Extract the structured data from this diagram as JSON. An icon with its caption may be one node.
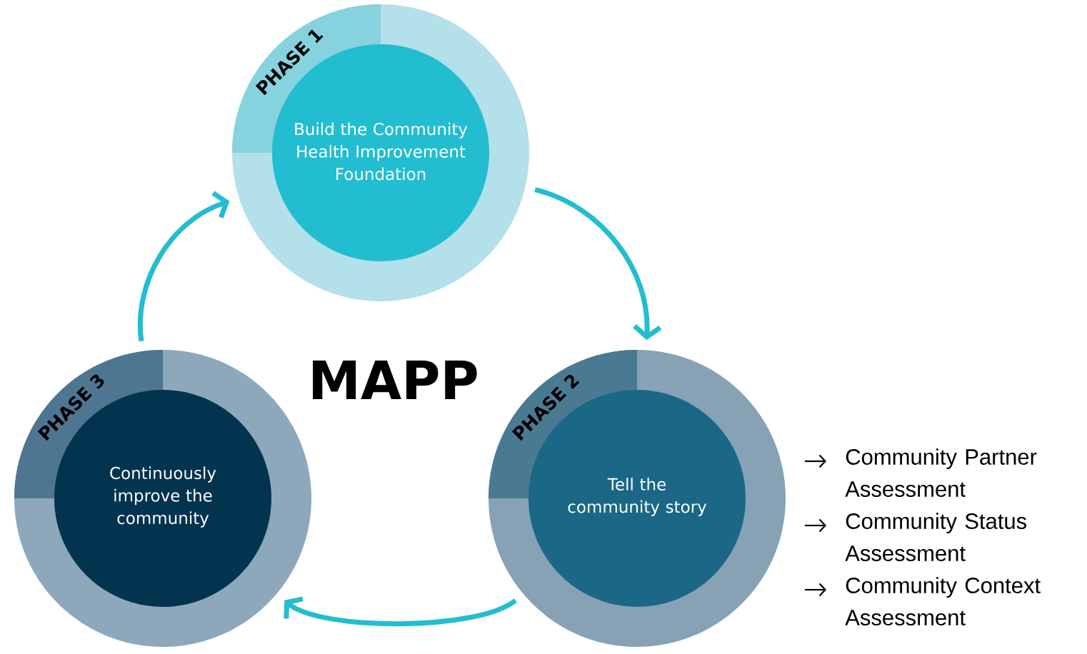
{
  "diagram": {
    "title": "MAPP",
    "nodes": [
      {
        "text": [
          "PHASE 1",
          "Build the Community Health Improvement Foundation"
        ]
      },
      {
        "text": [
          "PHASE 2",
          "Tell the community story"
        ]
      },
      {
        "text": [
          "PHASE 3",
          "Continuously improve the community"
        ]
      }
    ],
    "edges": [
      {
        "from": 0,
        "to": 1,
        "arrow": "to"
      },
      {
        "from": 1,
        "to": 2,
        "arrow": "to"
      },
      {
        "from": 2,
        "to": 0,
        "arrow": "to"
      }
    ],
    "labels": [
      "Community Partner Assessment",
      "Community Status Assessment",
      "Community Context Assessment"
    ]
  }
}
